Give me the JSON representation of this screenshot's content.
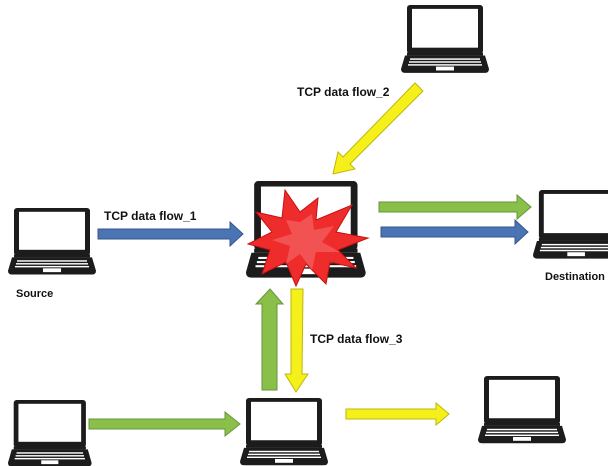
{
  "labels": {
    "flow_1": "TCP data flow_1",
    "flow_2": "TCP data flow_2",
    "flow_3": "TCP data flow_3",
    "source": "Source",
    "destination": "Destination"
  },
  "colors": {
    "flow_1": "#4a74b4",
    "flow_2": "#f5f01a",
    "flow_3": "#8ac04a",
    "attack_burst": "#ef2c2c",
    "laptop_body": "#1c1c1c"
  },
  "icons": {
    "laptop": "laptop-icon",
    "attack": "explosion-burst-icon"
  }
}
